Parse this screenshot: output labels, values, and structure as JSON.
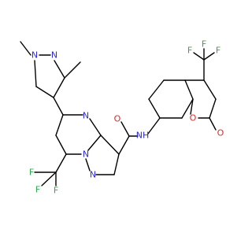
{
  "colors": {
    "background": "#ffffff",
    "bond": "#000000",
    "nitrogen": "#2b2bd9",
    "oxygen": "#d92b2b",
    "fluorine": "#2fa84f"
  },
  "atoms": {
    "n_pz1": "N",
    "n_pz2": "N",
    "n_pym": "N",
    "n_bridge": "N",
    "n_pyr": "N",
    "o_amide": "O",
    "nh": "NH",
    "o_ring": "O",
    "o_keto": "O",
    "f_left_1": "F",
    "f_left_2": "F",
    "f_left_3": "F",
    "f_right_1": "F",
    "f_right_2": "F",
    "f_right_3": "F"
  }
}
